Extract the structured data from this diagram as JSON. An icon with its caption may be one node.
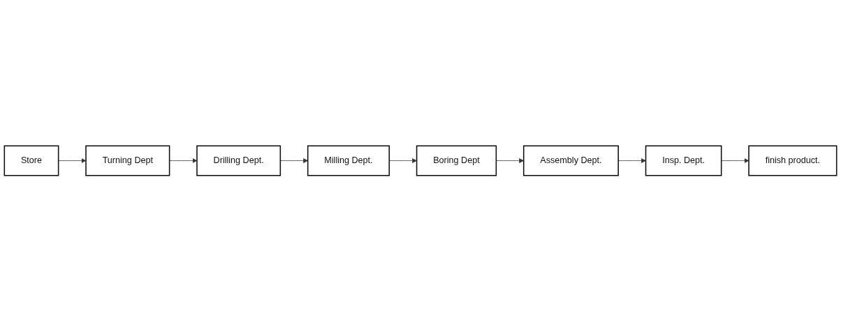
{
  "diagram": {
    "nodes": [
      {
        "text": [
          "Store"
        ]
      },
      {
        "text": [
          "Turning Dept"
        ]
      },
      {
        "text": [
          "Drilling Dept."
        ]
      },
      {
        "text": [
          "Assembly Dept."
        ]
      },
      {
        "text": [
          "Milling Dept."
        ]
      },
      {
        "text": [
          "Boring Dept"
        ]
      },
      {
        "text": [
          "Insp. Dept."
        ]
      },
      {
        "text": [
          "finish product."
        ]
      }
    ],
    "edges": [
      {
        "from": 0,
        "to": 1,
        "arrow": "to"
      },
      {
        "from": 1,
        "to": 2,
        "arrow": "to"
      },
      {
        "from": 2,
        "to": 4,
        "arrow": "to"
      },
      {
        "from": 4,
        "to": 5,
        "arrow": "to"
      },
      {
        "from": 5,
        "to": 3,
        "arrow": "to"
      },
      {
        "from": 3,
        "to": 6,
        "arrow": "to"
      },
      {
        "from": 6,
        "to": 7,
        "arrow": "to"
      }
    ]
  }
}
